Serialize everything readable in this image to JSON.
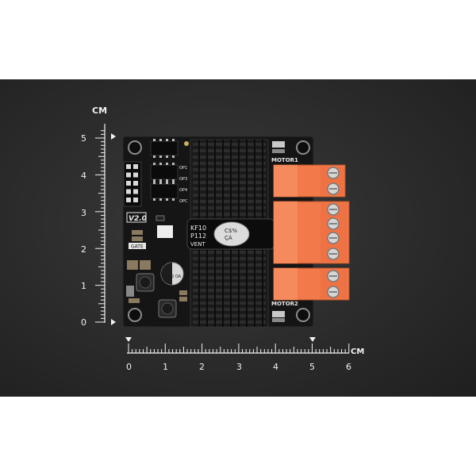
{
  "scene": {
    "background_color": "#2b2b2b",
    "pcb_color": "#151515",
    "terminal_color": "#f27a4a",
    "heatsink_color": "#1a1a1a"
  },
  "ruler_vertical": {
    "unit": "CM",
    "labels": [
      "5",
      "4",
      "3",
      "2",
      "1",
      "0"
    ]
  },
  "ruler_horizontal": {
    "unit": "CM",
    "labels": [
      "0",
      "1",
      "2",
      "3",
      "4",
      "5",
      "6"
    ]
  },
  "board": {
    "version": "V2.0",
    "motor1_label": "MOTOR1",
    "motor2_label": "MOTOR2",
    "pwm_labels": [
      "OP1",
      "OP3",
      "OP4",
      "OPC"
    ],
    "gate_label": "GATE",
    "cap_text": "P112",
    "cap_label_a": "KF10",
    "cap_label_b": "VENT",
    "electrolytic_text": "22 OA"
  }
}
